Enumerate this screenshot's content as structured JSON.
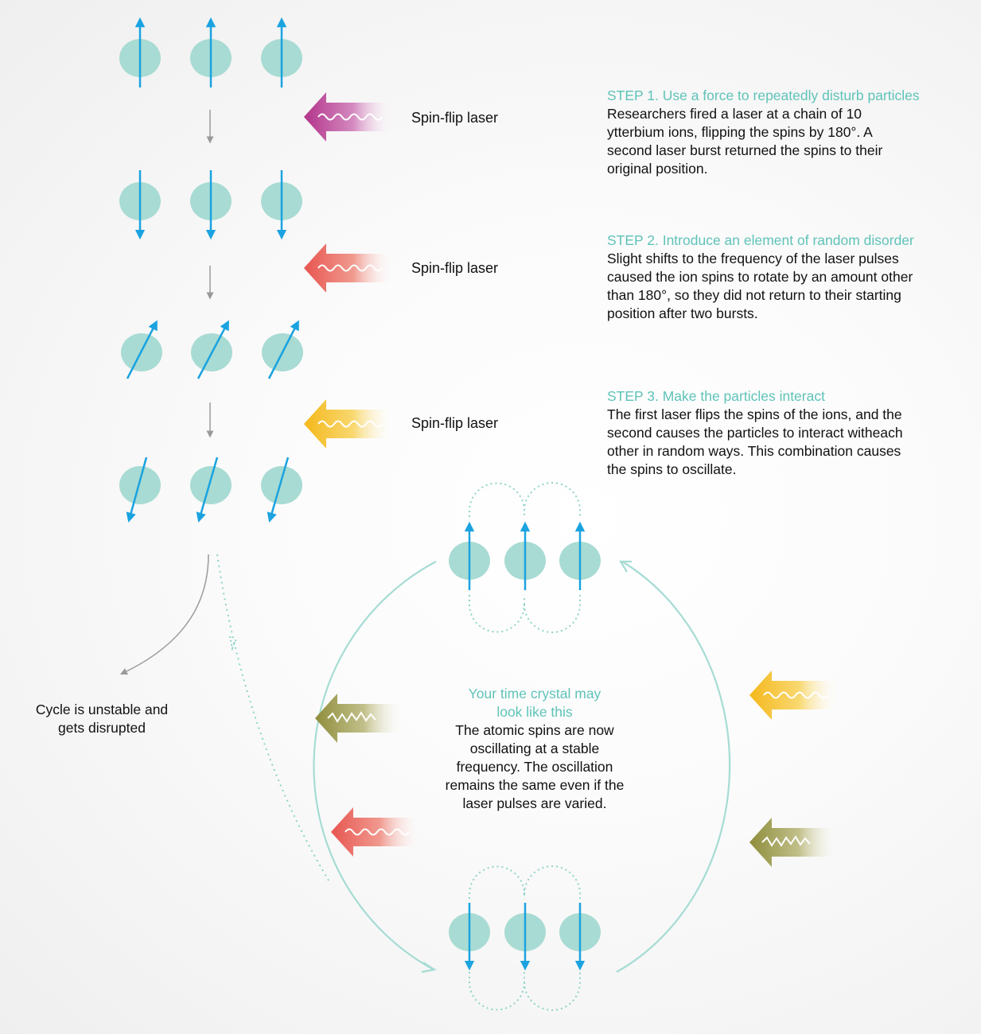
{
  "laser_label": "Spin-flip laser",
  "steps": [
    {
      "title": "STEP 1. Use a force to repeatedly disturb particles",
      "body": "Researchers fired a laser at a chain of 10 ytterbium ions, flipping the spins by 180°. A second laser burst returned the spins to their original position."
    },
    {
      "title": "STEP 2. Introduce an element of random disorder",
      "body": "Slight shifts to the frequency of the laser pulses caused the ion spins to rotate by an amount other than 180°, so they did not return to their starting position after two bursts."
    },
    {
      "title": "STEP 3. Make the particles interact",
      "body": "The first laser flips the spins of the ions, and the second causes the particles to interact witheach other in random ways. This combination causes the spins to oscillate."
    }
  ],
  "unstable_label": "Cycle is unstable and gets disrupted",
  "crystal": {
    "title": "Your time crystal may look like this",
    "body": "The atomic spins are now oscillating at a stable frequency. The oscillation remains the same even if the laser pulses are varied."
  },
  "colors": {
    "ion": "#a8dbd3",
    "spin_arrow": "#1aa3e0",
    "cycle": "#a6dcd4",
    "laser_magenta": "#b3348a",
    "laser_red": "#e85550",
    "laser_yellow": "#f5c01c",
    "laser_olive": "#9c9b4a",
    "step_title": "#5fc3b8"
  }
}
